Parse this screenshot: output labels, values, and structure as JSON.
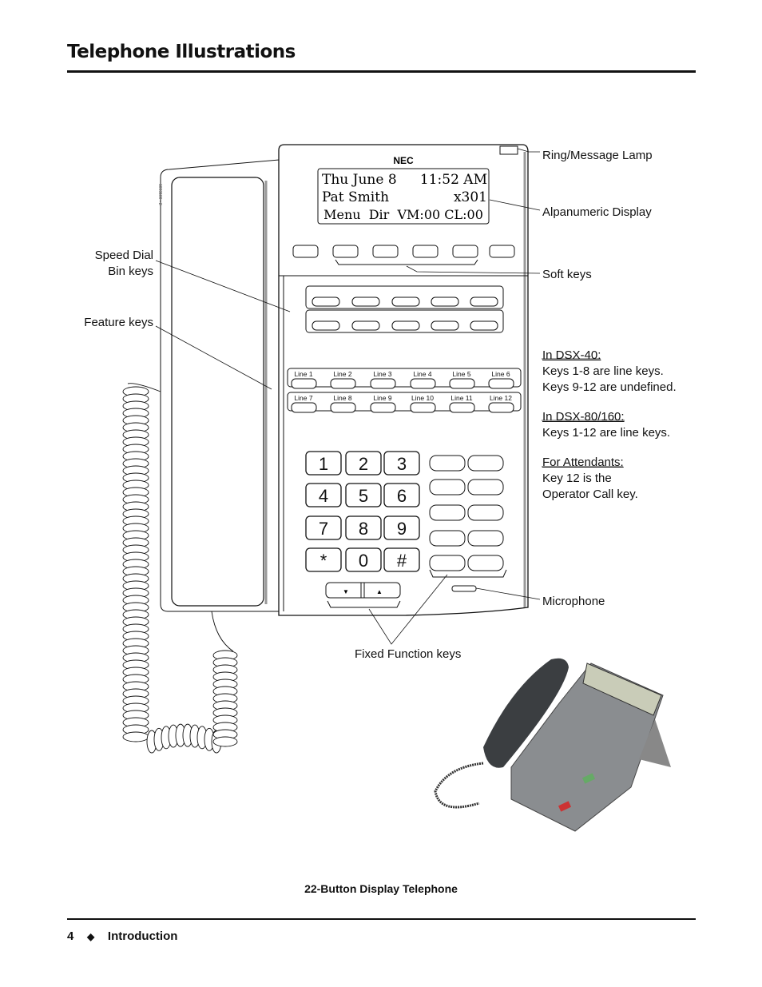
{
  "page_title": "Telephone Illustrations",
  "figure_id": "1093100 - 2",
  "phone": {
    "brand": "NEC",
    "display": {
      "line1_left": "Thu June 8",
      "line1_right": "11:52 AM",
      "line2_left": "Pat Smith",
      "line2_right": "x301",
      "line3": "Menu  Dir  VM:00 CL:00"
    },
    "line_keys": [
      "Line 1",
      "Line 2",
      "Line 3",
      "Line 4",
      "Line 5",
      "Line 6",
      "Line 7",
      "Line 8",
      "Line 9",
      "Line 10",
      "Line 11",
      "Line 12"
    ],
    "dial_keys": [
      "1",
      "2",
      "3",
      "4",
      "5",
      "6",
      "7",
      "8",
      "9",
      "*",
      "0",
      "#"
    ],
    "arrow_down": "▼",
    "arrow_up": "▲"
  },
  "callouts": {
    "ring_lamp": "Ring/Message Lamp",
    "display": "Alpanumeric Display",
    "soft_keys": "Soft keys",
    "speed_dial_1": "Speed Dial",
    "speed_dial_2": "Bin keys",
    "feature_keys": "Feature keys",
    "dsx40_head": "In DSX-40:",
    "dsx40_1": "Keys 1-8 are line keys.",
    "dsx40_2": "Keys 9-12 are undefined.",
    "dsx80_head": "In DSX-80/160:",
    "dsx80_1": "Keys 1-12 are line keys.",
    "att_head": "For Attendants:",
    "att_1": "Key 12 is the",
    "att_2": "Operator Call key.",
    "microphone": "Microphone",
    "fixed_keys": "Fixed Function keys"
  },
  "caption": "22-Button Display Telephone",
  "footer": {
    "page_number": "4",
    "separator": "◆",
    "section": "Introduction"
  }
}
